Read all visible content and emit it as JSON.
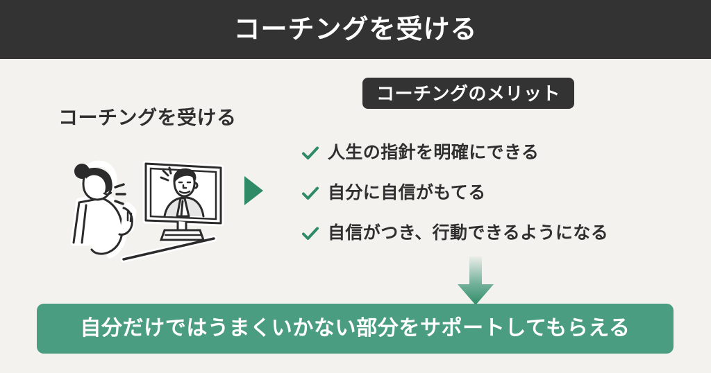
{
  "colors": {
    "background": "#f4f2ee",
    "header_bg": "#333333",
    "header_text": "#ffffff",
    "badge_bg": "#333333",
    "badge_text": "#ffffff",
    "accent_green": "#4a9d80",
    "check_green": "#2e8b66",
    "triangle_green": "#2e8b66",
    "body_text": "#2f2f2f",
    "banner_bg": "#4a9d80",
    "banner_text": "#ffffff"
  },
  "header": {
    "title": "コーチングを受ける"
  },
  "left": {
    "heading": "コーチングを受ける",
    "illustration_name": "online-coaching-illustration",
    "illustration_alt": "パソコン画面越しにコーチと話す女性のイラスト"
  },
  "arrow_right": {
    "icon": "triangle-right-icon"
  },
  "merits": {
    "badge_label": "コーチングのメリット",
    "items": [
      {
        "icon": "check-icon",
        "text": "人生の指針を明確にできる"
      },
      {
        "icon": "check-icon",
        "text": "自分に自信がもてる"
      },
      {
        "icon": "check-icon",
        "text": "自信がつき、行動できるようになる"
      }
    ]
  },
  "arrow_down": {
    "icon": "arrow-down-icon"
  },
  "conclusion": {
    "text": "自分だけではうまくいかない部分をサポートしてもらえる"
  }
}
